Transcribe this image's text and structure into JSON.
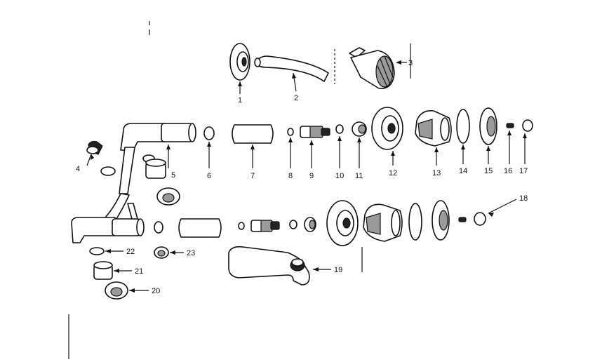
{
  "diagram": {
    "callouts": [
      {
        "id": "1",
        "label": "1"
      },
      {
        "id": "2",
        "label": "2"
      },
      {
        "id": "3",
        "label": "3"
      },
      {
        "id": "4",
        "label": "4"
      },
      {
        "id": "5",
        "label": "5"
      },
      {
        "id": "6",
        "label": "6"
      },
      {
        "id": "7",
        "label": "7"
      },
      {
        "id": "8",
        "label": "8"
      },
      {
        "id": "9",
        "label": "9"
      },
      {
        "id": "10",
        "label": "10"
      },
      {
        "id": "11",
        "label": "11"
      },
      {
        "id": "12",
        "label": "12"
      },
      {
        "id": "13",
        "label": "13"
      },
      {
        "id": "14",
        "label": "14"
      },
      {
        "id": "15",
        "label": "15"
      },
      {
        "id": "16",
        "label": "16"
      },
      {
        "id": "17",
        "label": "17"
      },
      {
        "id": "18",
        "label": "18"
      },
      {
        "id": "19",
        "label": "19"
      },
      {
        "id": "20",
        "label": "20"
      },
      {
        "id": "21",
        "label": "21"
      },
      {
        "id": "22",
        "label": "22"
      },
      {
        "id": "23",
        "label": "23"
      }
    ],
    "colors": {
      "ink": "#111111",
      "paper": "#ffffff",
      "shade": "#9a9a9a"
    }
  }
}
